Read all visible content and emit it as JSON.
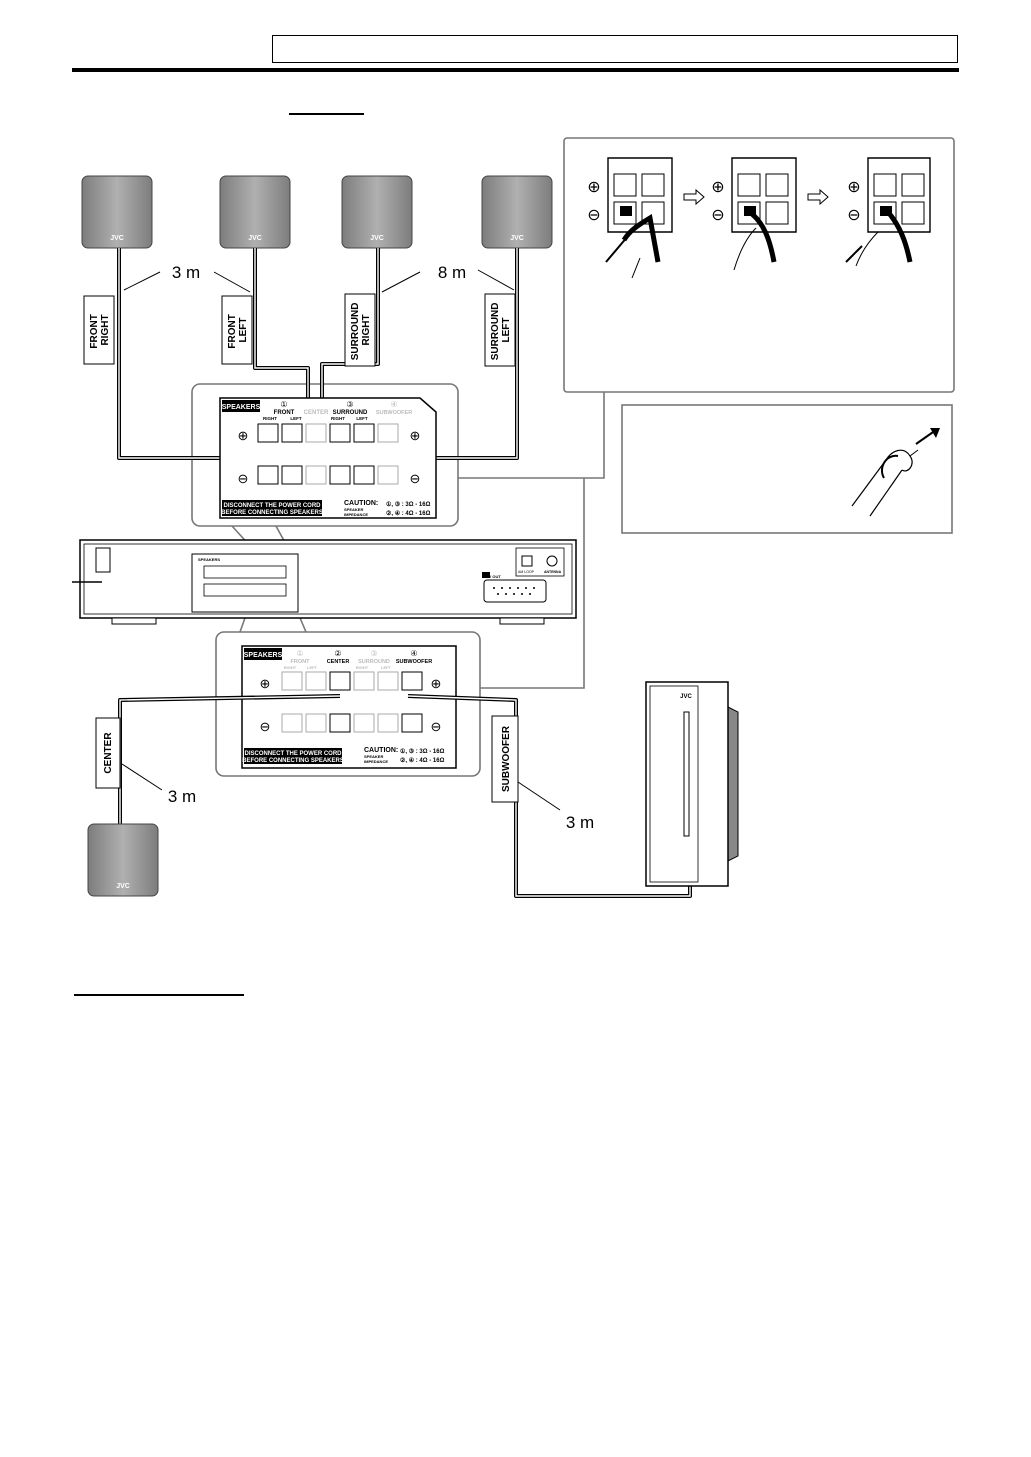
{
  "speakers": {
    "brand": "JVC",
    "front_right": {
      "line1": "FRONT",
      "line2": "RIGHT"
    },
    "front_left": {
      "line1": "FRONT",
      "line2": "LEFT"
    },
    "surround_right": {
      "line1": "SURROUND",
      "line2": "RIGHT"
    },
    "surround_left": {
      "line1": "SURROUND",
      "line2": "LEFT"
    },
    "center": "CENTER",
    "subwoofer": "SUBWOOFER"
  },
  "distances": {
    "front": "3 m",
    "surround": "8 m",
    "center": "3 m",
    "subwoofer": "3 m"
  },
  "panel_top": {
    "title": "SPEAKERS",
    "col1_num": "①",
    "col1": "FRONT",
    "col1_sub_right": "RIGHT",
    "col1_sub_left": "LEFT",
    "col2": "CENTER",
    "col3_num": "③",
    "col3": "SURROUND",
    "col3_sub_right": "RIGHT",
    "col3_sub_left": "LEFT",
    "col4_num": "④",
    "col4": "SUBWOOFER",
    "warning_line1": "DISCONNECT THE POWER CORD",
    "warning_line2": "BEFORE CONNECTING SPEAKERS",
    "caution": "CAUTION:",
    "caution_sub1": "SPEAKER",
    "caution_sub2": "IMPEDANCE",
    "imp1": "①, ③ : 3Ω - 16Ω",
    "imp2": "②, ④ : 4Ω - 16Ω",
    "plus": "⊕",
    "minus": "⊖"
  },
  "panel_bottom": {
    "title": "SPEAKERS",
    "col1_num": "①",
    "col1": "FRONT",
    "col1_sub_right": "RIGHT",
    "col1_sub_left": "LEFT",
    "col2_num": "②",
    "col2": "CENTER",
    "col3_num": "③",
    "col3": "SURROUND",
    "col3_sub_right": "RIGHT",
    "col3_sub_left": "LEFT",
    "col4_num": "④",
    "col4": "SUBWOOFER",
    "warning_line1": "DISCONNECT THE POWER CORD",
    "warning_line2": "BEFORE CONNECTING SPEAKERS",
    "caution": "CAUTION:",
    "caution_sub1": "SPEAKER",
    "caution_sub2": "IMPEDANCE",
    "imp1": "①, ③ : 3Ω - 16Ω",
    "imp2": "②, ④ : 4Ω - 16Ω",
    "plus": "⊕",
    "minus": "⊖"
  },
  "unit": {
    "speakers_label": "SPEAKERS",
    "av_label": "AV OUT",
    "antenna_label": "ANTENNA",
    "am_label": "AM LOOP"
  },
  "inset": {
    "plus": "⊕",
    "minus": "⊖"
  },
  "colors": {
    "line": "#000000",
    "speaker_fill": "#9a9a9a",
    "frame": "#777777"
  }
}
